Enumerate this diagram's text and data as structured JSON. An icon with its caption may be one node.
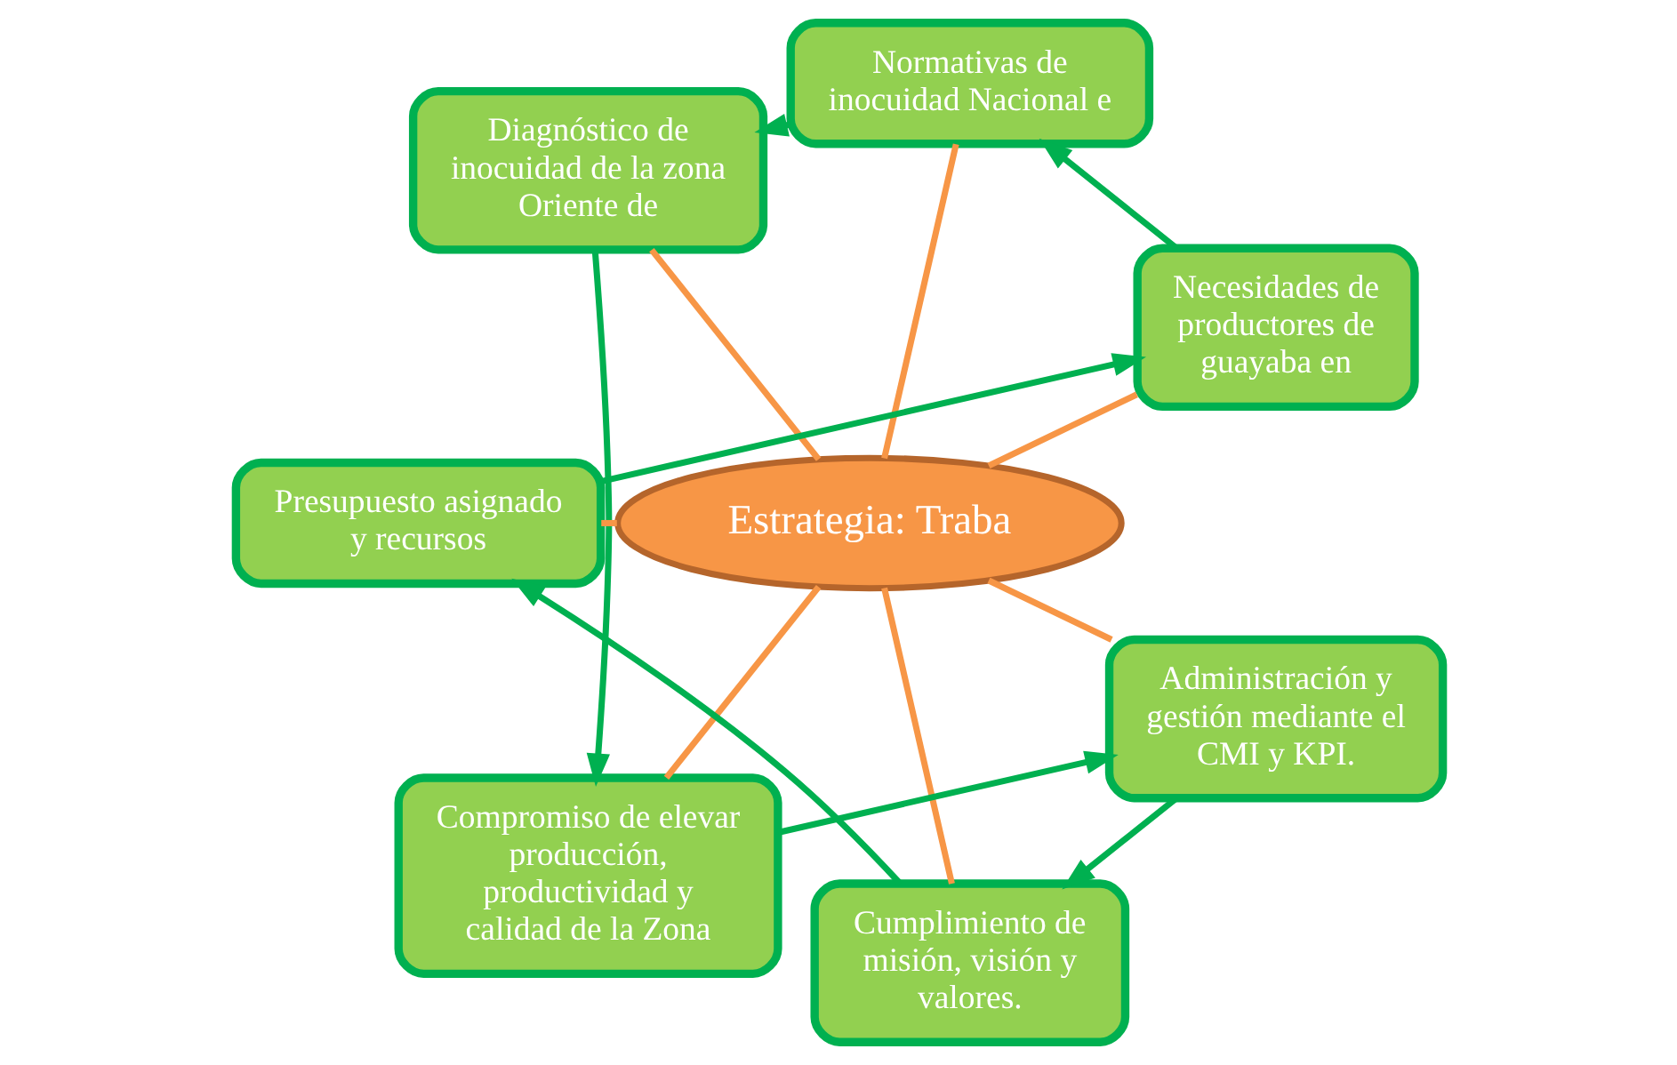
{
  "diagram": {
    "nodes": [
      {
        "text": [
          "Necesidades de productores de guayaba en"
        ]
      },
      {
        "text": [
          "Normativas de inocuidad Nacional e"
        ]
      },
      {
        "text": [
          "Diagnóstico de inocuidad de la zona Oriente de"
        ]
      },
      {
        "text": [
          "Estrategia: Traba"
        ]
      },
      {
        "text": [
          "Presupuesto asignado y recursos"
        ]
      },
      {
        "text": [
          "Compromiso de elevar producción, productividad y calidad de la Zona"
        ]
      },
      {
        "text": [
          "Cumplimiento de misión, visión y valores."
        ]
      },
      {
        "text": [
          "Administración y gestión mediante el CMI y KPI."
        ]
      }
    ],
    "edges": [
      {
        "from": 0,
        "to": 1,
        "arrow": "to"
      },
      {
        "from": 1,
        "to": 2,
        "arrow": "to"
      },
      {
        "from": 2,
        "to": 5,
        "arrow": "to"
      },
      {
        "from": 5,
        "to": 7,
        "arrow": "to"
      },
      {
        "from": 7,
        "to": 6,
        "arrow": "to"
      },
      {
        "from": 6,
        "to": 4,
        "arrow": "to"
      },
      {
        "from": 4,
        "to": 0,
        "arrow": "to"
      },
      {
        "from": 3,
        "to": 0,
        "arrow": "none",
        "color": "#f79646"
      },
      {
        "from": 3,
        "to": 1,
        "arrow": "none",
        "color": "#f79646"
      },
      {
        "from": 3,
        "to": 2,
        "arrow": "none",
        "color": "#f79646"
      },
      {
        "from": 3,
        "to": 4,
        "arrow": "none",
        "color": "#f79646"
      },
      {
        "from": 3,
        "to": 5,
        "arrow": "none",
        "color": "#f79646"
      },
      {
        "from": 3,
        "to": 6,
        "arrow": "none",
        "color": "#f79646"
      },
      {
        "from": 3,
        "to": 7,
        "arrow": "none",
        "color": "#f79646"
      }
    ]
  }
}
